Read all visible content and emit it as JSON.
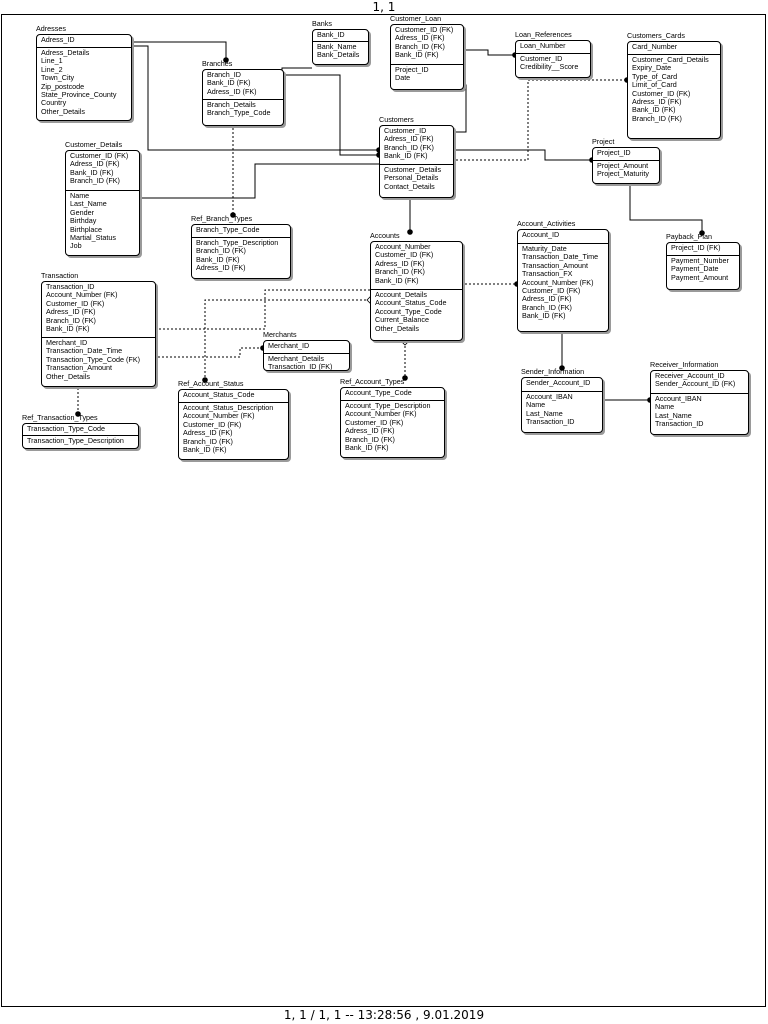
{
  "page": {
    "header": "1, 1",
    "footer": "1, 1  / 1, 1  -- 13:28:56 , 9.01.2019"
  },
  "entities": [
    {
      "id": "adresses",
      "name": "Adresses",
      "keys": [
        "Adress_ID"
      ],
      "attributes": [
        "Adress_Details",
        "Line_1",
        "Line_2",
        "Town_City",
        "Zip_postcode",
        "State_Province_County",
        "Country",
        "Other_Details"
      ]
    },
    {
      "id": "banks",
      "name": "Banks",
      "keys": [
        "Bank_ID"
      ],
      "attributes": [
        "Bank_Name",
        "Bank_Details"
      ]
    },
    {
      "id": "customer-loan",
      "name": "Customer_Loan",
      "keys": [
        "Customer_ID (FK)",
        "Adress_ID (FK)",
        "Branch_ID (FK)",
        "Bank_ID (FK)"
      ],
      "attributes": [
        "Project_ID",
        "Date"
      ]
    },
    {
      "id": "loan-references",
      "name": "Loan_References",
      "keys": [
        "Loan_Number"
      ],
      "attributes": [
        "Customer_ID",
        "Credibility__Score"
      ]
    },
    {
      "id": "customers-cards",
      "name": "Customers_Cards",
      "keys": [
        "Card_Number"
      ],
      "attributes": [
        "Customer_Card_Details",
        "Expiry_Date",
        "Type_of_Card",
        "Limit_of_Card",
        "Customer_ID (FK)",
        "Adress_ID (FK)",
        "Bank_ID (FK)",
        "Branch_ID (FK)"
      ]
    },
    {
      "id": "branches",
      "name": "Branches",
      "keys": [
        "Branch_ID",
        "Bank_ID (FK)",
        "Adress_ID (FK)"
      ],
      "attributes": [
        "Branch_Details",
        "Branch_Type_Code"
      ]
    },
    {
      "id": "customers",
      "name": "Customers",
      "keys": [
        "Customer_ID",
        "Adress_ID (FK)",
        "Branch_ID (FK)",
        "Bank_ID (FK)"
      ],
      "attributes": [
        "Customer_Details",
        "Personal_Details",
        "Contact_Details"
      ]
    },
    {
      "id": "project",
      "name": "Project",
      "keys": [
        "Project_ID"
      ],
      "attributes": [
        "Project_Amount",
        "Project_Maturity"
      ]
    },
    {
      "id": "customer-details",
      "name": "Customer_Details",
      "keys": [
        "Customer_ID (FK)",
        "Adress_ID (FK)",
        "Bank_ID (FK)",
        "Branch_ID (FK)"
      ],
      "attributes": [
        "Name",
        "Last_Name",
        "Gender",
        "Birthday",
        "Birthplace",
        "Martial_Status",
        "Job"
      ]
    },
    {
      "id": "ref-branch-types",
      "name": "Ref_Branch_Types",
      "keys": [
        "Branch_Type_Code"
      ],
      "attributes": [
        "Branch_Type_Description",
        "Branch_ID (FK)",
        "Bank_ID (FK)",
        "Adress_ID (FK)"
      ]
    },
    {
      "id": "accounts",
      "name": "Accounts",
      "keys": [
        "Account_Number",
        "Customer_ID (FK)",
        "Adress_ID (FK)",
        "Branch_ID (FK)",
        "Bank_ID (FK)"
      ],
      "attributes": [
        "Account_Details",
        "Account_Status_Code",
        "Account_Type_Code",
        "Current_Balance",
        "Other_Details"
      ]
    },
    {
      "id": "account-activities",
      "name": "Account_Activities",
      "keys": [
        "Account_ID"
      ],
      "attributes": [
        "Maturity_Date",
        "Transaction_Date_Time",
        "Transaction_Amount",
        "Transaction_FX",
        "Account_Number (FK)",
        "Customer_ID (FK)",
        "Adress_ID (FK)",
        "Branch_ID (FK)",
        "Bank_ID (FK)"
      ]
    },
    {
      "id": "payback-plan",
      "name": "Payback_Plan",
      "keys": [
        "Project_ID (FK)"
      ],
      "attributes": [
        "Payment_Number",
        "Payment_Date",
        "Payment_Amount"
      ]
    },
    {
      "id": "transaction",
      "name": "Transaction",
      "keys": [
        "Transaction_ID",
        "Account_Number (FK)",
        "Customer_ID (FK)",
        "Adress_ID (FK)",
        "Branch_ID (FK)",
        "Bank_ID (FK)"
      ],
      "attributes": [
        "Merchant_ID",
        "Transaction_Date_Time",
        "Transaction_Type_Code (FK)",
        "Transaction_Amount",
        "Other_Details"
      ]
    },
    {
      "id": "merchants",
      "name": "Merchants",
      "keys": [
        "Merchant_ID"
      ],
      "attributes": [
        "Merchant_Details",
        "Transaction_ID (FK)"
      ]
    },
    {
      "id": "ref-account-status",
      "name": "Ref_Account_Status",
      "keys": [
        "Account_Status_Code"
      ],
      "attributes": [
        "Account_Status_Description",
        "Account_Number (FK)",
        "Customer_ID (FK)",
        "Adress_ID (FK)",
        "Branch_ID (FK)",
        "Bank_ID (FK)"
      ]
    },
    {
      "id": "ref-account-types",
      "name": "Ref_Account_Types",
      "keys": [
        "Account_Type_Code"
      ],
      "attributes": [
        "Account_Type_Description",
        "Account_Number (FK)",
        "Customer_ID (FK)",
        "Adress_ID (FK)",
        "Branch_ID (FK)",
        "Bank_ID (FK)"
      ]
    },
    {
      "id": "sender-information",
      "name": "Sender_Information",
      "keys": [
        "Sender_Account_ID"
      ],
      "attributes": [
        "Account_IBAN",
        "Name",
        "Last_Name",
        "Transaction_ID"
      ]
    },
    {
      "id": "receiver-information",
      "name": "Receiver_Information",
      "keys": [
        "Receiver_Account_ID",
        "Sender_Account_ID (FK)"
      ],
      "attributes": [
        "Account_IBAN",
        "Name",
        "Last_Name",
        "Transaction_ID"
      ]
    },
    {
      "id": "ref-transaction-types",
      "name": "Ref_Transaction_Types",
      "keys": [
        "Transaction_Type_Code"
      ],
      "attributes": [
        "Transaction_Type_Description"
      ]
    }
  ],
  "relationships": [
    {
      "from": "adresses",
      "to": "branches",
      "identifying": true
    },
    {
      "from": "adresses",
      "to": "customers",
      "identifying": true
    },
    {
      "from": "banks",
      "to": "branches",
      "identifying": true
    },
    {
      "from": "branches",
      "to": "customers",
      "identifying": true
    },
    {
      "from": "branches",
      "to": "ref-branch-types",
      "identifying": false
    },
    {
      "from": "customers",
      "to": "customer-loan",
      "identifying": true
    },
    {
      "from": "customer-loan",
      "to": "loan-references",
      "identifying": true
    },
    {
      "from": "customers",
      "to": "customers-cards",
      "identifying": false
    },
    {
      "from": "customers",
      "to": "project",
      "identifying": true
    },
    {
      "from": "project",
      "to": "payback-plan",
      "identifying": true
    },
    {
      "from": "customers",
      "to": "customer-details",
      "identifying": true
    },
    {
      "from": "customers",
      "to": "accounts",
      "identifying": true
    },
    {
      "from": "accounts",
      "to": "account-activities",
      "identifying": false
    },
    {
      "from": "accounts",
      "to": "transaction",
      "identifying": false
    },
    {
      "from": "accounts",
      "to": "ref-account-status",
      "identifying": false
    },
    {
      "from": "accounts",
      "to": "ref-account-types",
      "identifying": false
    },
    {
      "from": "account-activities",
      "to": "sender-information",
      "identifying": true
    },
    {
      "from": "sender-information",
      "to": "receiver-information",
      "identifying": true
    },
    {
      "from": "transaction",
      "to": "merchants",
      "identifying": false
    },
    {
      "from": "transaction",
      "to": "ref-transaction-types",
      "identifying": false
    }
  ]
}
